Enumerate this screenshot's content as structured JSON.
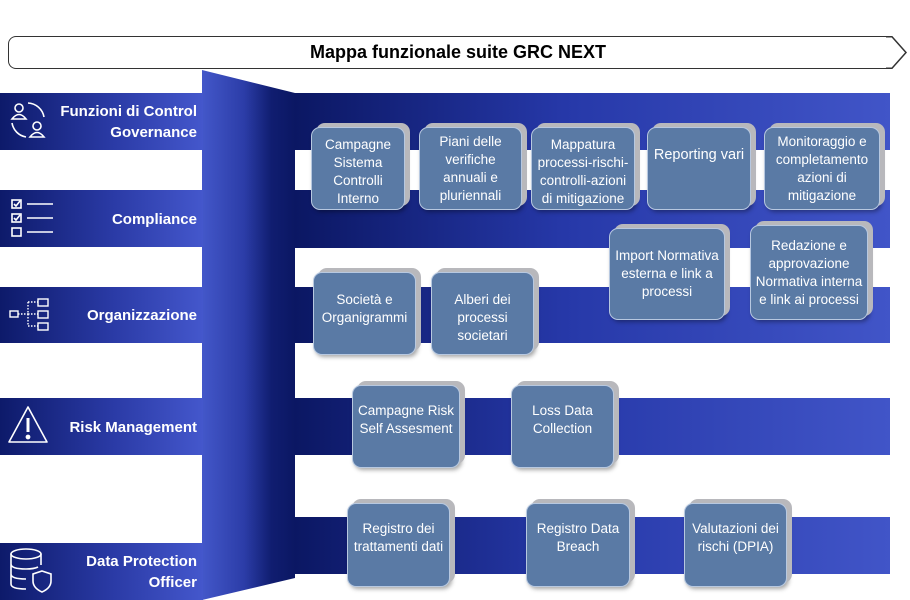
{
  "title": "Mappa funzionale suite GRC NEXT",
  "areas": [
    {
      "label_line1": "Funzioni di Control",
      "label_line2": "Governance",
      "icon": "people-cycle-icon"
    },
    {
      "label_line1": "Compliance",
      "icon": "checklist-icon"
    },
    {
      "label_line1": "Organizzazione",
      "icon": "org-chart-icon"
    },
    {
      "label_line1": "Risk Management",
      "icon": "warning-icon"
    },
    {
      "label_line1": "Data Protection",
      "label_line2": "Officer",
      "icon": "database-shield-icon"
    }
  ],
  "cards": {
    "campagne_sci": "Campagne Sistema Controlli Interno",
    "piani": "Piani delle verifiche annuali e pluriennali",
    "mappatura": "Mappatura processi-rischi-controlli-azioni di mitigazione",
    "reporting": "Reporting vari",
    "monitoraggio": "Monitoraggio e completamento azioni di mitigazione",
    "import": "Import Normativa esterna e link a processi",
    "redazione": "Redazione e approvazione Normativa interna e link ai processi",
    "societa": "Società e Organigrammi",
    "alberi": "Alberi dei processi societari",
    "campagne_risk": "Campagne Risk Self Assesment",
    "loss": "Loss Data Collection",
    "registro_trattamenti": "Registro dei trattamenti dati",
    "registro_breach": "Registro Data Breach",
    "dpia": "Valutazioni dei rischi (DPIA)"
  },
  "colors": {
    "card": "#5a7aa5",
    "navy": "#0b1763",
    "blue": "#4155c8"
  }
}
